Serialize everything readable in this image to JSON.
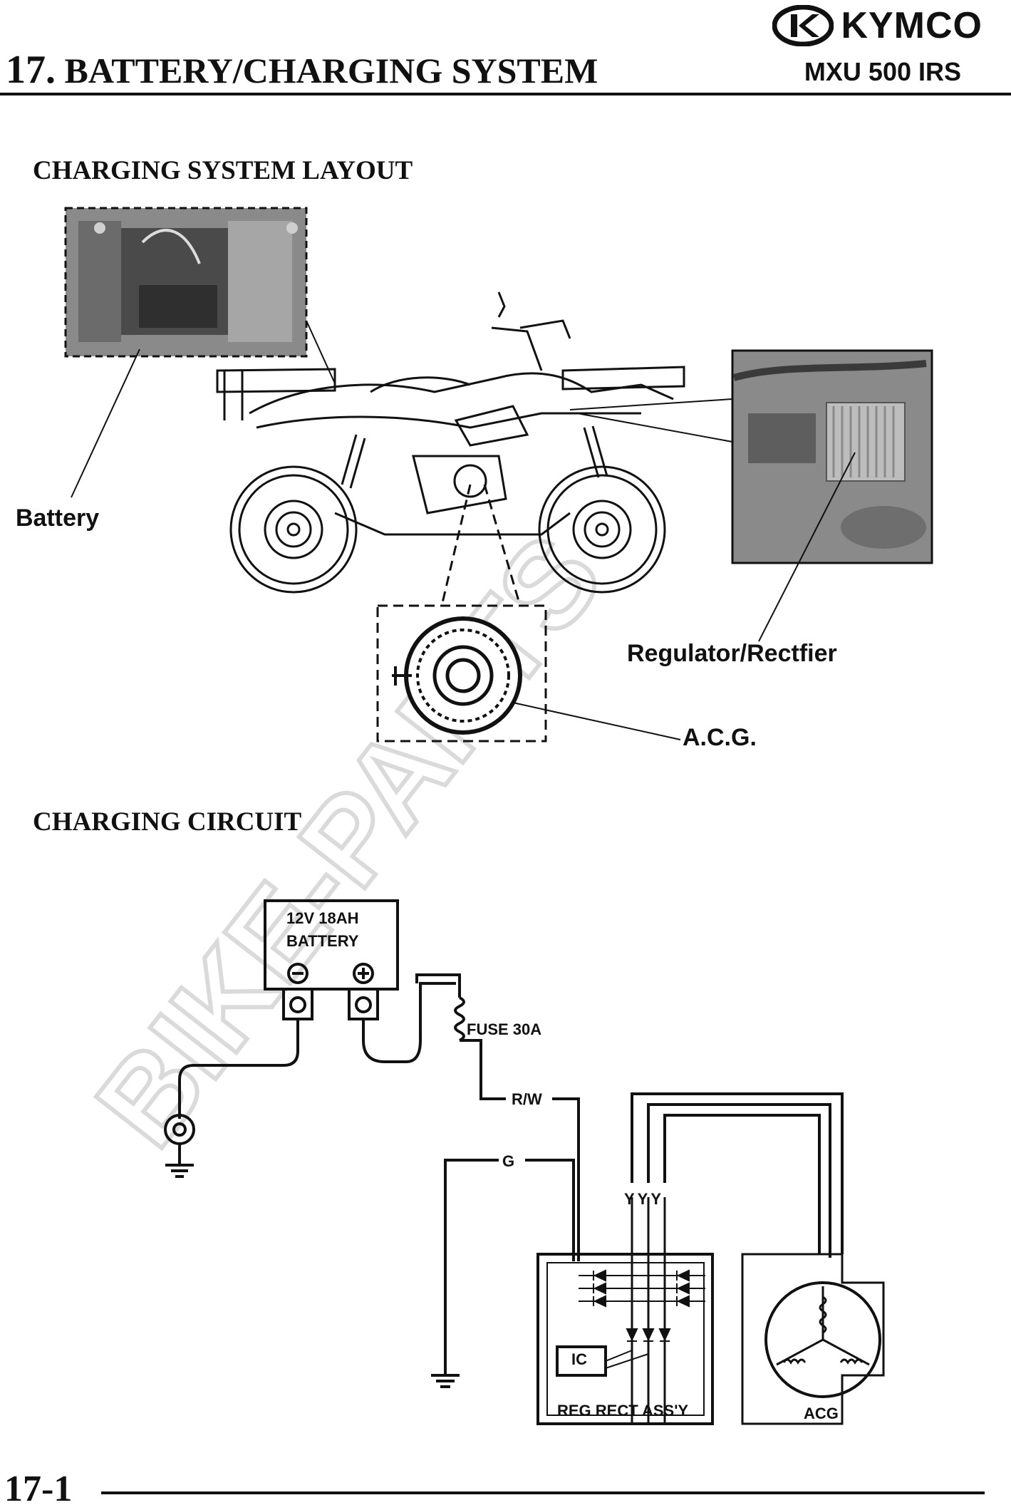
{
  "header": {
    "brand": "KYMCO",
    "model": "MXU 500 IRS",
    "chapter_number": "17.",
    "chapter_title": "BATTERY/CHARGING SYSTEM"
  },
  "layout_section": {
    "title": "CHARGING SYSTEM LAYOUT",
    "labels": {
      "battery": "Battery",
      "regulator": "Regulator/Rectfier",
      "acg": "A.C.G."
    }
  },
  "circuit_section": {
    "title": "CHARGING CIRCUIT",
    "battery_rating": "12V 18AH",
    "battery_label": "BATTERY",
    "fuse": "FUSE 30A",
    "wire_rw": "R/W",
    "wire_g": "G",
    "wire_y": "YYY",
    "ic": "IC",
    "reg_rect": "REG RECT ASS'Y",
    "acg": "ACG"
  },
  "footer": {
    "page_number": "17-1"
  },
  "colors": {
    "ink": "#111111",
    "photo_bg": "#8a8a8a",
    "watermark": "#d9d9d9"
  }
}
